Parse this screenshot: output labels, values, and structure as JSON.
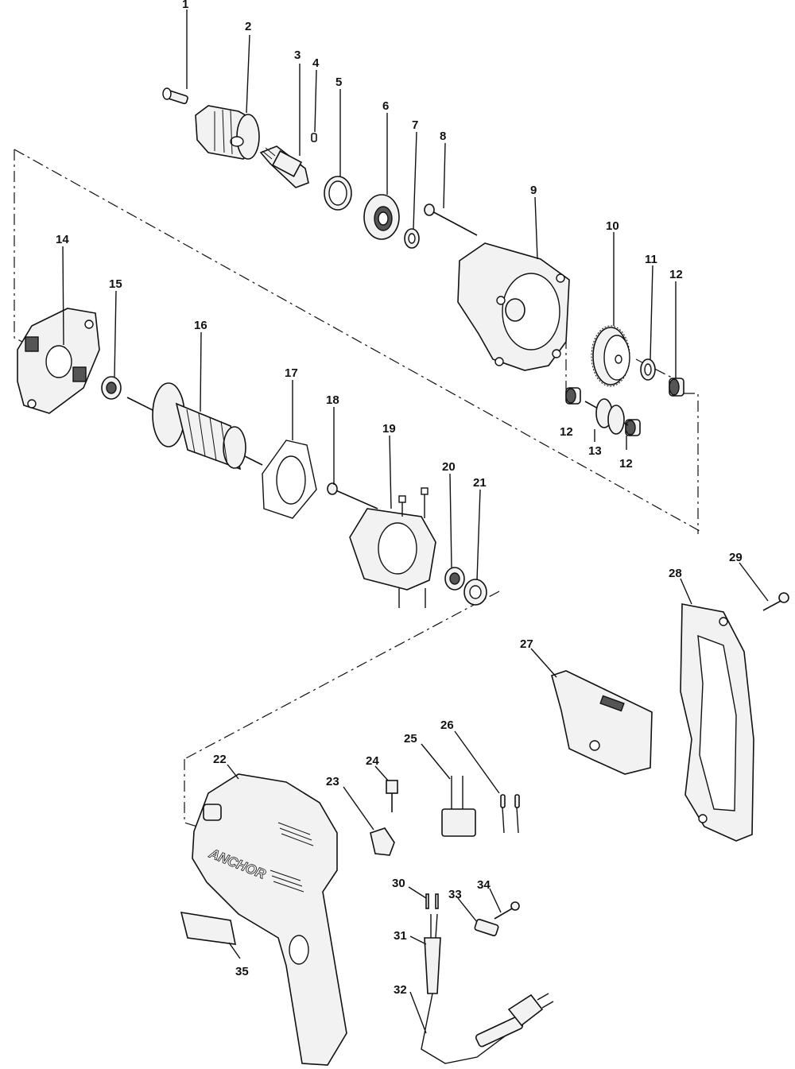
{
  "diagram": {
    "brand_label": "ANCHOR",
    "callouts": [
      {
        "id": "1",
        "label": "1"
      },
      {
        "id": "2",
        "label": "2"
      },
      {
        "id": "3",
        "label": "3"
      },
      {
        "id": "4",
        "label": "4"
      },
      {
        "id": "5",
        "label": "5"
      },
      {
        "id": "6",
        "label": "6"
      },
      {
        "id": "7",
        "label": "7"
      },
      {
        "id": "8",
        "label": "8"
      },
      {
        "id": "9",
        "label": "9"
      },
      {
        "id": "10",
        "label": "10"
      },
      {
        "id": "11",
        "label": "11"
      },
      {
        "id": "12a",
        "label": "12"
      },
      {
        "id": "12b",
        "label": "12"
      },
      {
        "id": "12c",
        "label": "12"
      },
      {
        "id": "13",
        "label": "13"
      },
      {
        "id": "14",
        "label": "14"
      },
      {
        "id": "15",
        "label": "15"
      },
      {
        "id": "16",
        "label": "16"
      },
      {
        "id": "17",
        "label": "17"
      },
      {
        "id": "18",
        "label": "18"
      },
      {
        "id": "19",
        "label": "19"
      },
      {
        "id": "20",
        "label": "20"
      },
      {
        "id": "21",
        "label": "21"
      },
      {
        "id": "22",
        "label": "22"
      },
      {
        "id": "23",
        "label": "23"
      },
      {
        "id": "24",
        "label": "24"
      },
      {
        "id": "25",
        "label": "25"
      },
      {
        "id": "26",
        "label": "26"
      },
      {
        "id": "27",
        "label": "27"
      },
      {
        "id": "28",
        "label": "28"
      },
      {
        "id": "29",
        "label": "29"
      },
      {
        "id": "30",
        "label": "30"
      },
      {
        "id": "31",
        "label": "31"
      },
      {
        "id": "32",
        "label": "32"
      },
      {
        "id": "33",
        "label": "33"
      },
      {
        "id": "34",
        "label": "34"
      },
      {
        "id": "35",
        "label": "35"
      }
    ]
  }
}
